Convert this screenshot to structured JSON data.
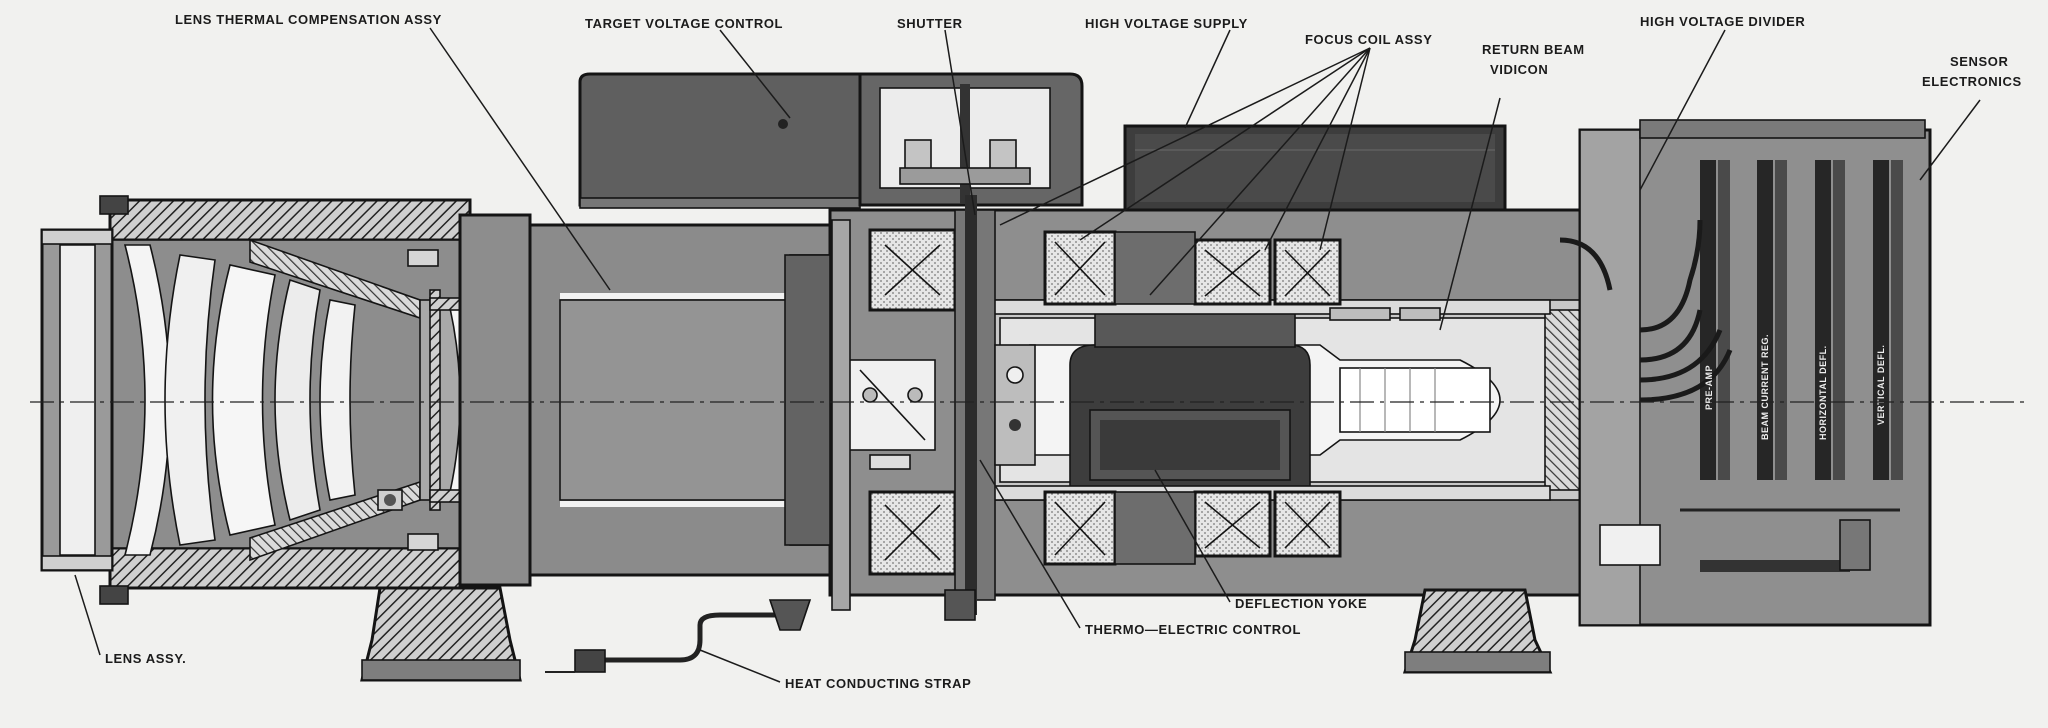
{
  "labels": {
    "lens_thermal": "LENS THERMAL COMPENSATION ASSY",
    "target_voltage": "TARGET VOLTAGE CONTROL",
    "shutter": "SHUTTER",
    "high_voltage_supply": "HIGH VOLTAGE SUPPLY",
    "focus_coil": "FOCUS COIL ASSY",
    "return_beam_1": "RETURN BEAM",
    "return_beam_2": "VIDICON",
    "high_voltage_divider": "HIGH VOLTAGE DIVIDER",
    "sensor_1": "SENSOR",
    "sensor_2": "ELECTRONICS",
    "lens_assy": "LENS ASSY.",
    "heat_strap": "HEAT CONDUCTING STRAP",
    "thermo_electric": "THERMO—ELECTRIC CONTROL",
    "deflection_yoke": "DEFLECTION YOKE"
  },
  "boards": {
    "preamp": "PRE-AMP",
    "beam_current": "BEAM CURRENT REG.",
    "horizontal": "HORIZONTAL DEFL.",
    "vertical": "VERTICAL DEFL."
  },
  "colors": {
    "paper": "#f1f1ef",
    "ink": "#141414",
    "body_gray": "#8c8c8c",
    "dark_gray": "#4a4a4a",
    "light_gray": "#c9c9c9",
    "glass": "#ececec"
  }
}
